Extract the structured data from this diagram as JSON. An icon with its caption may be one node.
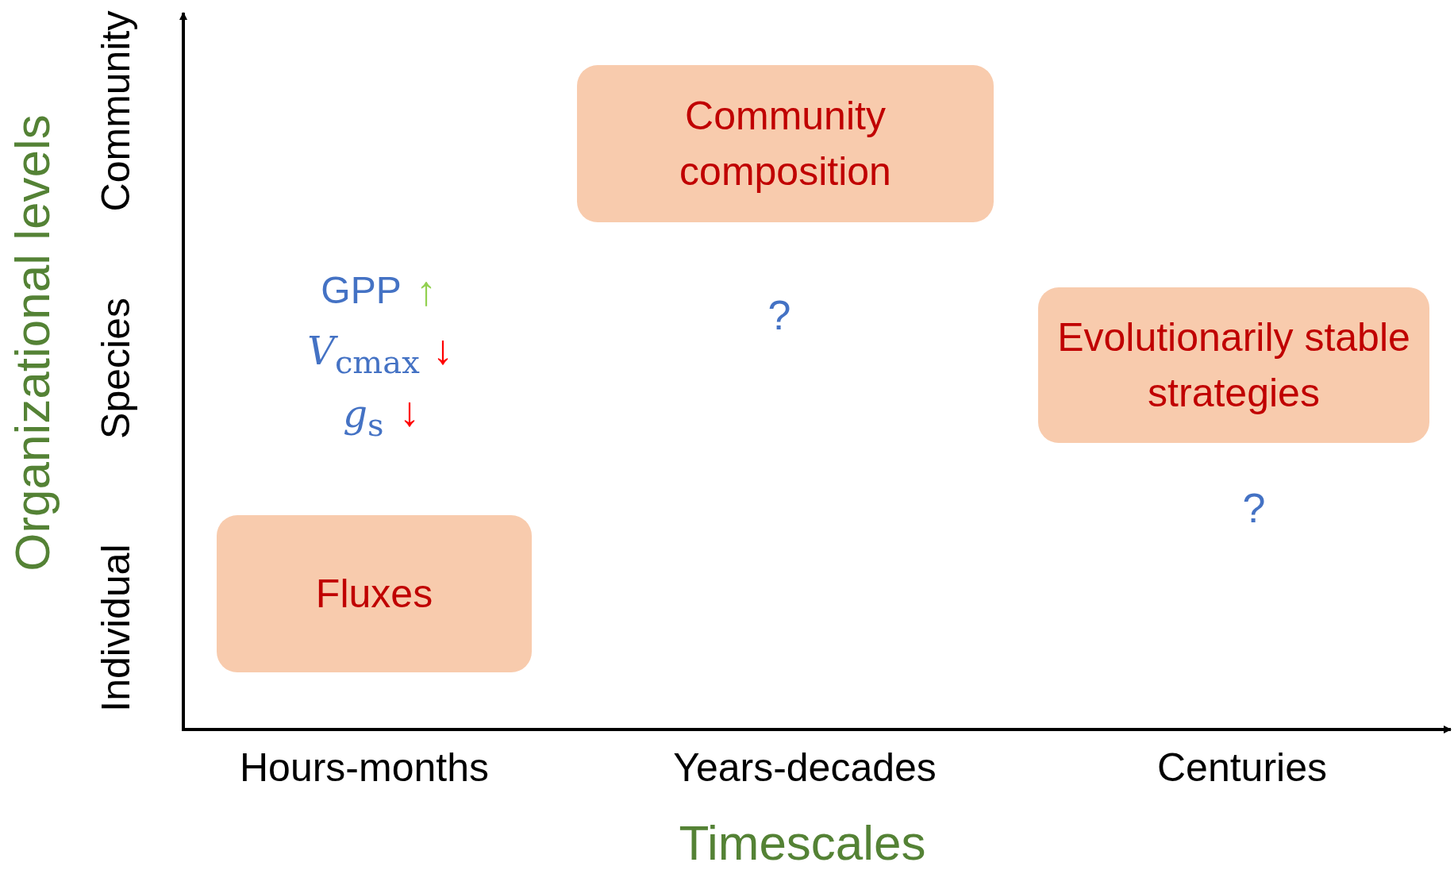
{
  "diagram": {
    "nodes": [
      {
        "text": [
          "Community composition"
        ]
      },
      {
        "text": [
          "Evolutionarily stable strategies"
        ]
      },
      {
        "text": [
          "Fluxes"
        ]
      }
    ],
    "edges": [],
    "labels": [
      "Organizational levels",
      "Community",
      "Species",
      "Individual",
      "GPP",
      "↑",
      "*V*$_{cmax}$",
      "↓",
      "*g*$_{s}$",
      "↓",
      "?",
      "?",
      "Hours-months",
      "Years-decades",
      "Centuries",
      "Timescales"
    ]
  }
}
